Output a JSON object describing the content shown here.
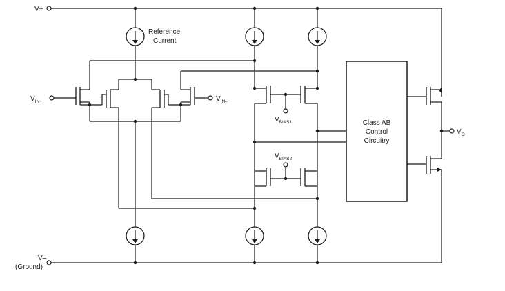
{
  "labels": {
    "v_plus": "V+",
    "v_minus": "V–",
    "ground": "(Ground)",
    "ref_current_line1": "Reference",
    "ref_current_line2": "Current",
    "vin_plus_main": "V",
    "vin_plus_sub": "IN+",
    "vin_minus_main": "V",
    "vin_minus_sub": "IN–",
    "vbias1_main": "V",
    "vbias1_sub": "BIAS1",
    "vbias2_main": "V",
    "vbias2_sub": "BIAS2",
    "vo_main": "V",
    "vo_sub": "O",
    "class_ab_line1": "Class AB",
    "class_ab_line2": "Control",
    "class_ab_line3": "Circuitry"
  }
}
